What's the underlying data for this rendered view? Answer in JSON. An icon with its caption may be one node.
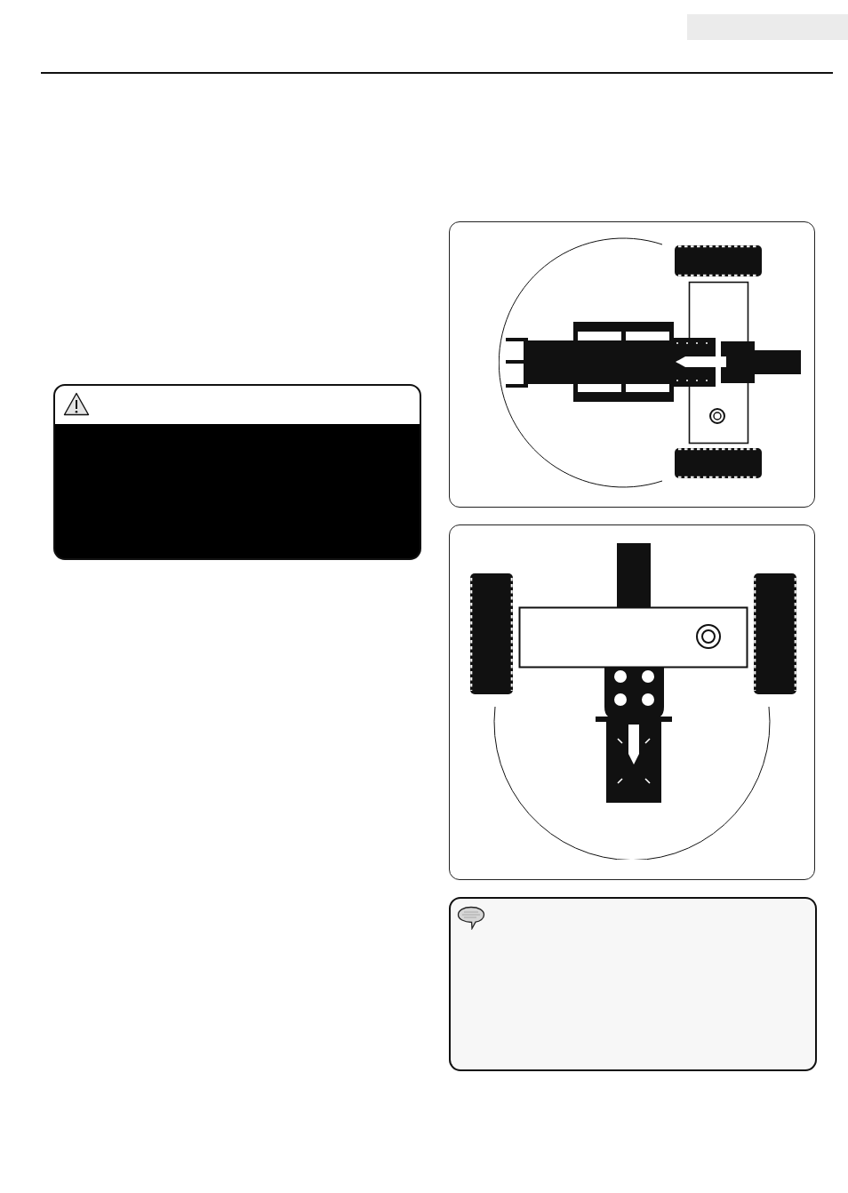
{
  "diagram": {
    "nodes": [
      {
        "text": [],
        "shape": "box"
      },
      {
        "text": [],
        "shape": "picture"
      },
      {
        "text": [],
        "shape": "picture"
      },
      {
        "text": [],
        "shape": "box"
      }
    ]
  }
}
